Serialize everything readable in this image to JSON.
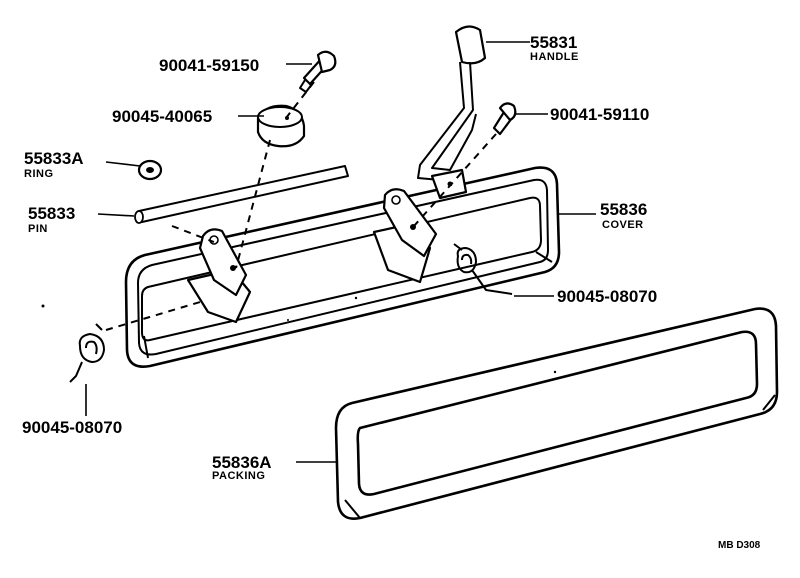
{
  "parts": {
    "handle": {
      "number": "55831",
      "name": "HANDLE"
    },
    "bolt_upper": {
      "number": "90041-59150"
    },
    "cushion": {
      "number": "90045-40065"
    },
    "ring": {
      "number": "55833A",
      "name": "RING"
    },
    "pin": {
      "number": "55833",
      "name": "PIN"
    },
    "bolt_right": {
      "number": "90041-59110"
    },
    "cover": {
      "number": "55836",
      "name": "COVER"
    },
    "spring_right": {
      "number": "90045-08070"
    },
    "spring_left": {
      "number": "90045-08070"
    },
    "packing": {
      "number": "55836A",
      "name": "PACKING"
    }
  },
  "diagram_ref": "MB D308"
}
